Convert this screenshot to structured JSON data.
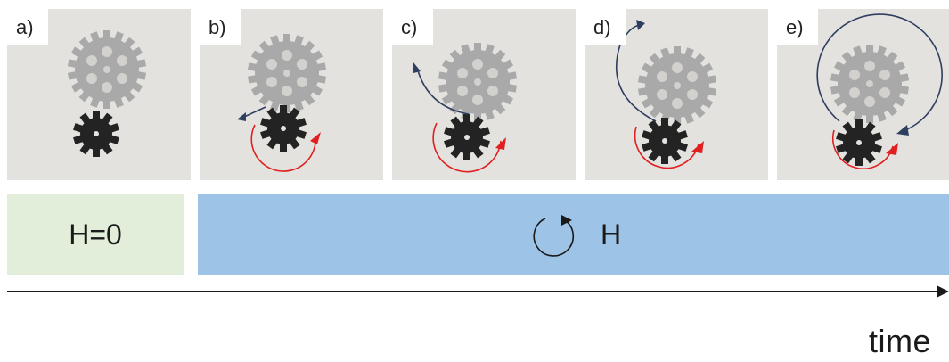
{
  "colors": {
    "background_photo": "#e3e2df",
    "grey_gear": "#a9a9a9",
    "black_gear": "#232323",
    "red_arrow": "#e02020",
    "blue_arrow": "#2e3f5f",
    "box_h0": "#e2eed9",
    "box_h": "#9dc3e6"
  },
  "panels": [
    {
      "label": "a)"
    },
    {
      "label": "b)"
    },
    {
      "label": "c)"
    },
    {
      "label": "d)"
    },
    {
      "label": "e)"
    }
  ],
  "states": {
    "initial": "H=0",
    "rotating": "H"
  },
  "axis": {
    "label": "time"
  },
  "icons": {
    "rotation": "circular-arrow-icon",
    "axis_head": "arrow-head-icon"
  }
}
